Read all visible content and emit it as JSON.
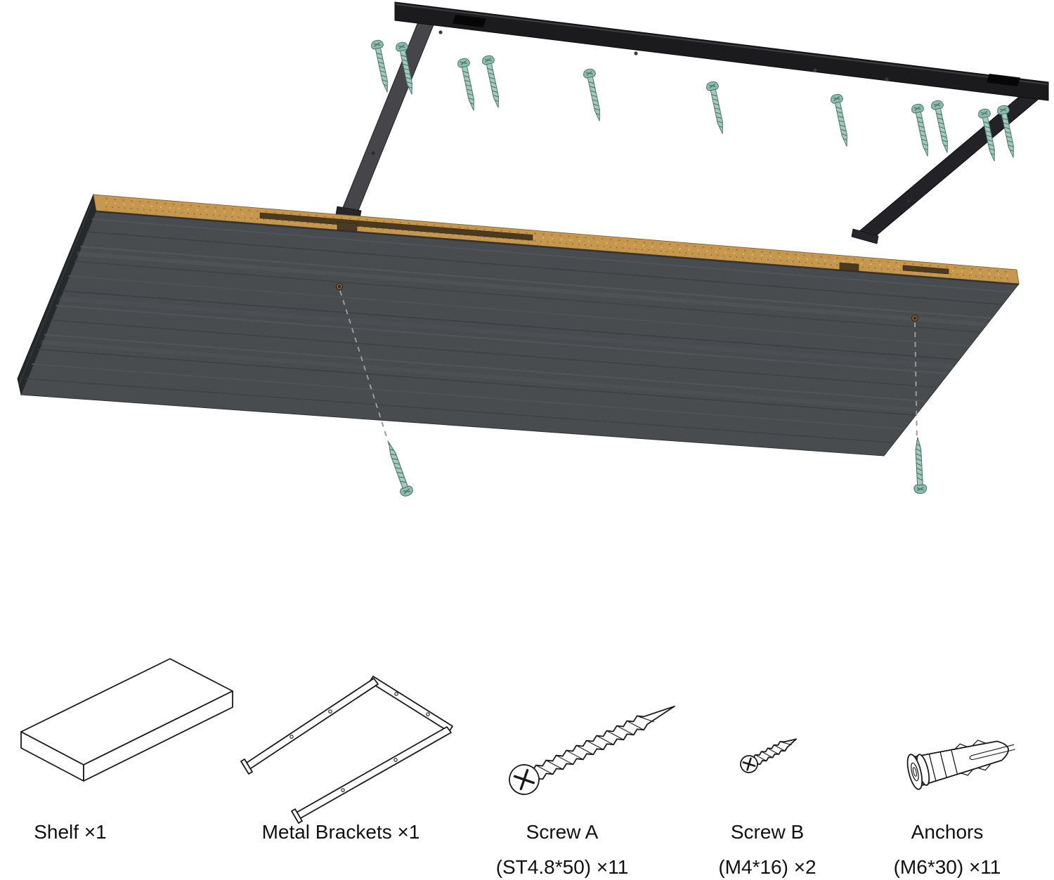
{
  "colors": {
    "background": "#ffffff",
    "label": "#111111",
    "line-art": "#1a1a1a",
    "bracket-black": "#1b1b1e",
    "bracket-arm": "#46464a",
    "screw-head": "#8fbcae",
    "screw-body": "#a5c9bd",
    "screw-line": "#47776a",
    "wood-edge": "#c6984f",
    "shelf-face": "#494c4f",
    "shelf-end": "#26292b",
    "guide-dash": "#9a9a9a"
  },
  "parts": [
    {
      "name": "Shelf ×1",
      "sub": ""
    },
    {
      "name": "Metal Brackets ×1",
      "sub": ""
    },
    {
      "name": "Screw A",
      "sub": "(ST4.8*50) ×11"
    },
    {
      "name": "Screw B",
      "sub": "(M4*16) ×2"
    },
    {
      "name": "Anchors",
      "sub": "(M6*30) ×11"
    }
  ]
}
